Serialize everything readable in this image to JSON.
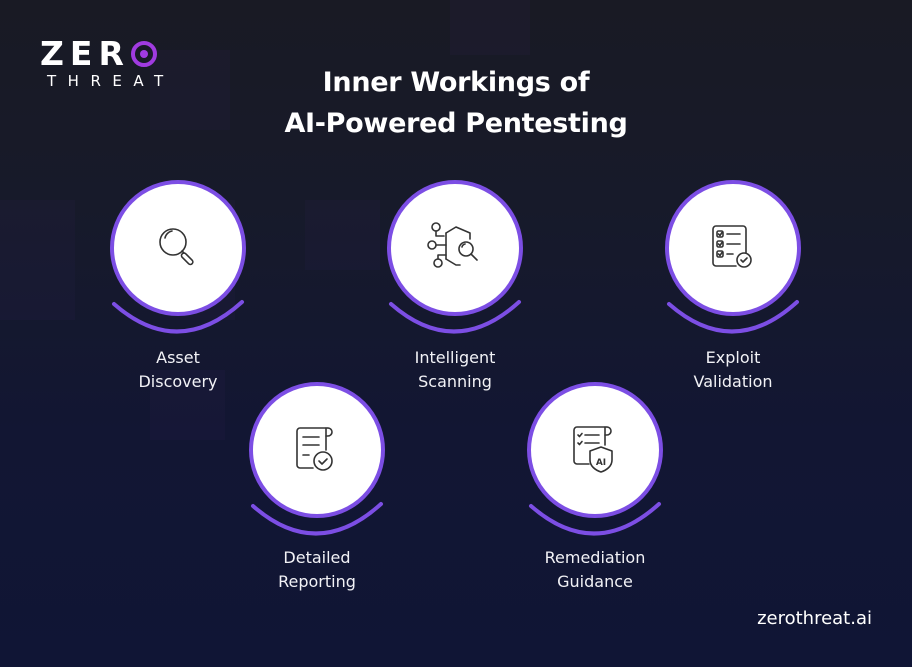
{
  "brand": {
    "logo_top": "ZER",
    "logo_bottom": "THREAT",
    "accent_color": "#a03be0",
    "website": "zerothreat.ai"
  },
  "title": {
    "line1": "Inner Workings of",
    "line2": "AI-Powered Pentesting"
  },
  "colors": {
    "ring": "#7c4ee4",
    "background_top": "#191a24",
    "background_bottom": "#101535"
  },
  "steps": [
    {
      "label_line1": "Asset",
      "label_line2": "Discovery",
      "icon": "magnifying-glass-icon"
    },
    {
      "label_line1": "Intelligent",
      "label_line2": "Scanning",
      "icon": "network-scan-icon"
    },
    {
      "label_line1": "Exploit",
      "label_line2": "Validation",
      "icon": "checklist-check-icon"
    },
    {
      "label_line1": "Detailed",
      "label_line2": "Reporting",
      "icon": "report-scroll-check-icon"
    },
    {
      "label_line1": "Remediation",
      "label_line2": "Guidance",
      "icon": "report-ai-shield-icon"
    }
  ]
}
